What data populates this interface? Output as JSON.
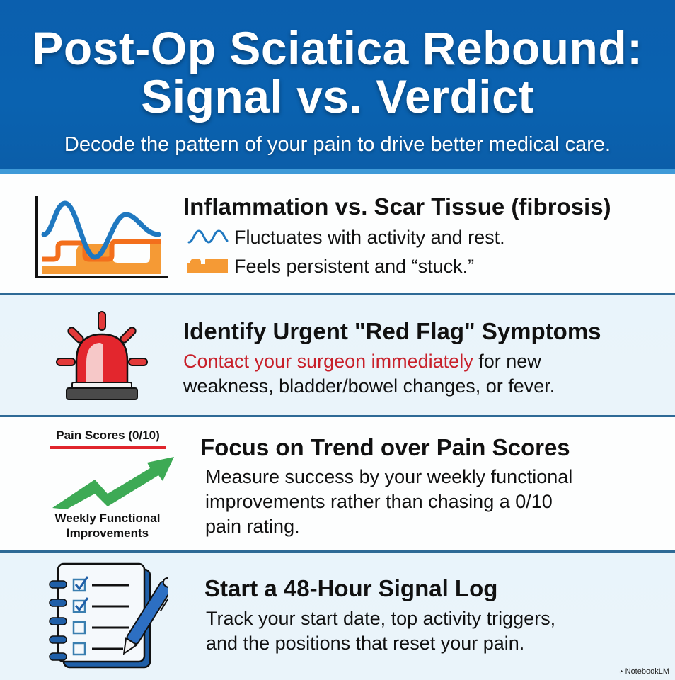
{
  "header": {
    "title_line1": "Post-Op Sciatica Rebound:",
    "title_line2": "Signal vs. Verdict",
    "subtitle": "Decode the pattern of your pain to drive better medical care."
  },
  "sections": [
    {
      "icon": "wave-vs-plateau-chart-icon",
      "title": "Inflammation vs. Scar Tissue (fibrosis)",
      "bullets": [
        {
          "icon": "wave-icon",
          "text": "Fluctuates with activity and rest."
        },
        {
          "icon": "plateau-icon",
          "text": "Feels persistent and “stuck.”"
        }
      ]
    },
    {
      "icon": "siren-icon",
      "title": "Identify Urgent \"Red Flag\" Symptoms",
      "highlight": "Contact your surgeon immediately",
      "text_after_highlight": " for new",
      "text_line2": "weakness, bladder/bowel changes, or fever."
    },
    {
      "icon": "trend-arrow-icon",
      "icon_label_top": "Pain Scores (0/10)",
      "icon_label_bottom_line1": "Weekly Functional",
      "icon_label_bottom_line2": "Improvements",
      "title": "Focus on Trend over Pain Scores",
      "text_lines": [
        "Measure success by your weekly functional",
        "improvements rather than chasing a 0/10",
        "pain rating."
      ]
    },
    {
      "icon": "checklist-notebook-icon",
      "title": "Start a 48-Hour Signal Log",
      "text_lines": [
        "Track your start date, top activity triggers,",
        "and the positions that reset your pain."
      ]
    }
  ],
  "branding": {
    "label": "NotebookLM"
  },
  "colors": {
    "header_blue": "#0b5fae",
    "stripe_blue": "#3f9ad8",
    "divider": "#2e6a96",
    "accent_red": "#c8202a",
    "wave_blue": "#1f78c0",
    "plateau_orange": "#f59a35",
    "arrow_green": "#3daa55"
  }
}
